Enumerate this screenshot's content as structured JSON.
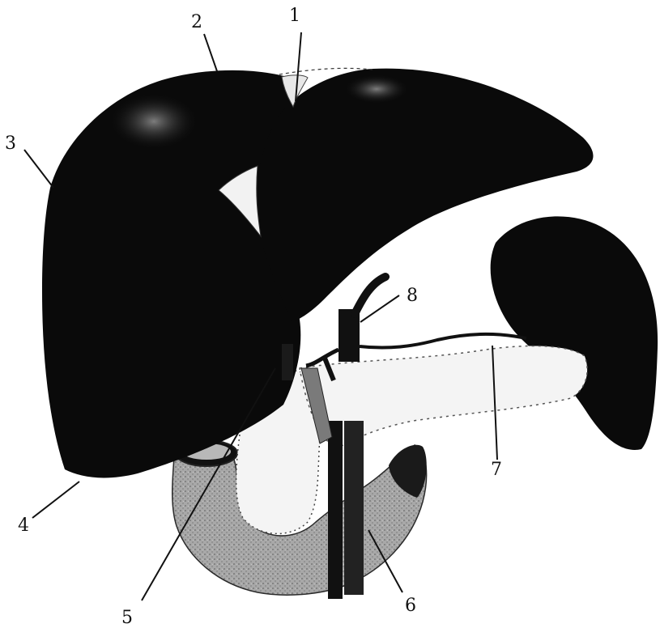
{
  "figure": {
    "background": "#ffffff",
    "organ_color": "#0a0a0a",
    "pancreas_color": "#f4f4f4",
    "duodenum_color": "#9a9a9a",
    "labels": [
      "1",
      "2",
      "3",
      "4",
      "5",
      "6",
      "7",
      "8"
    ]
  }
}
